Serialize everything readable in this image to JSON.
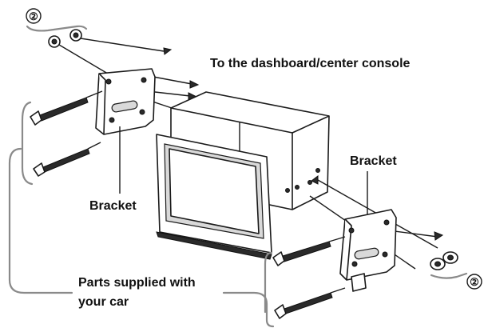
{
  "labels": {
    "callout_top": "②",
    "callout_bottom": "②",
    "destination": "To the dashboard/center console",
    "bracket_left": "Bracket",
    "bracket_right": "Bracket",
    "parts_line1": "Parts supplied with",
    "parts_line2": "your car"
  },
  "icons": [
    "screw-icon",
    "bolt-icon",
    "arrow-icon"
  ]
}
